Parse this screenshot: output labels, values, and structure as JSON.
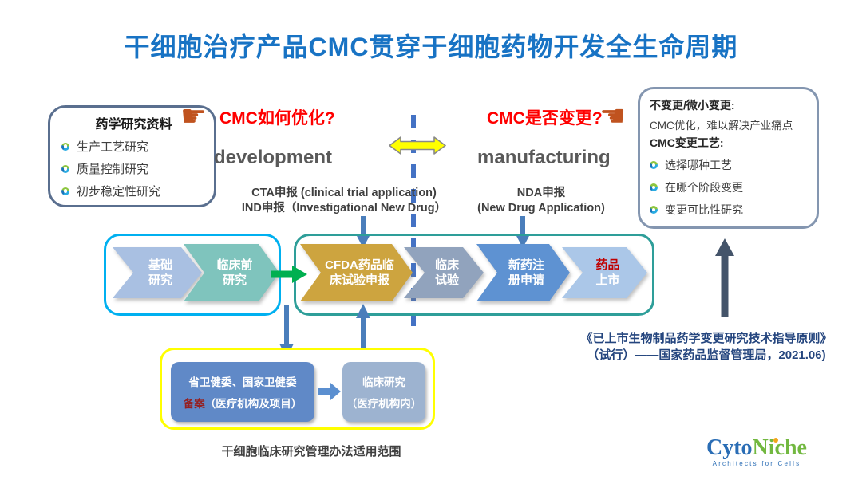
{
  "title": "干细胞治疗产品CMC贯穿于细胞药物开发全生命周期",
  "left_panel": {
    "title": "药学研究资料",
    "items": [
      "生产工艺研究",
      "质量控制研究",
      "初步稳定性研究"
    ]
  },
  "questions": {
    "left": "CMC如何优化?",
    "right": "CMC是否变更?"
  },
  "phases": {
    "left": "development",
    "right": "manufacturing"
  },
  "right_panel": {
    "heading1": "不变更/微小变更:",
    "line1": "CMC优化，难以解决产业痛点",
    "heading2": "CMC变更工艺:",
    "items": [
      "选择哪种工艺",
      "在哪个阶段变更",
      "变更可比性研究"
    ]
  },
  "applications": {
    "cta_line1": "CTA申报 (clinical trial application)",
    "cta_line2": "IND申报（Investigational New Drug）",
    "nda_line1": "NDA申报",
    "nda_line2": "(New Drug Application)"
  },
  "pipeline": {
    "pre": [
      {
        "line1": "基础",
        "line2": "研究"
      },
      {
        "line1": "临床前",
        "line2": "研究"
      }
    ],
    "post": [
      {
        "line1": "CFDA药品临",
        "line2": "床试验申报"
      },
      {
        "line1": "临床",
        "line2": "试验"
      },
      {
        "line1": "新药注",
        "line2": "册申请"
      },
      {
        "line1": "药品",
        "line2": "上市"
      }
    ]
  },
  "scope_box": {
    "box1_line1": "省卫健委、国家卫健委",
    "box1_red": "备案",
    "box1_rest": "（医疗机构及项目）",
    "box2_line1": "临床研究",
    "box2_line2": "（医疗机构内）",
    "caption": "干细胞临床研究管理办法适用范围"
  },
  "guideline": {
    "line1": "《已上市生物制品药学变更研究技术指导原则》",
    "line2": "（试行）——国家药品监督管理局，2021.06)"
  },
  "hands": {
    "right": "☛",
    "left": "☚"
  },
  "logo": {
    "part1": "Cyto",
    "part2": "Niche",
    "tagline": "Architects for Cells"
  },
  "colors": {
    "title_blue": "#1873c4",
    "question_red": "#ff0000",
    "hand_orange": "#c0531f",
    "phase_gray": "#595959",
    "divider_blue": "#4472c4",
    "double_arrow_yellow": "#ffff00",
    "green_arrow": "#00b050",
    "blue_arrow": "#4a7ebb",
    "navy_arrow": "#44546a",
    "guideline_navy": "#24457e",
    "left_flow_border": "#00b0f0",
    "right_flow_border": "#2e9e99",
    "scope_border_yellow": "#ffff00",
    "chevron_basic": "#a9c0e2",
    "chevron_preclinical": "#7fc4bd",
    "chevron_cfda": "#cda43f",
    "chevron_trial": "#91a3bd",
    "chevron_nda": "#5e92d2",
    "chevron_market": "#abc7e8",
    "market_red": "#c00000",
    "filing_box_blue": "#6089c7",
    "clinical_box_blue": "#9db3d0",
    "filing_red": "#952020",
    "logo_blue": "#2a6db5",
    "logo_green": "#72b840"
  }
}
